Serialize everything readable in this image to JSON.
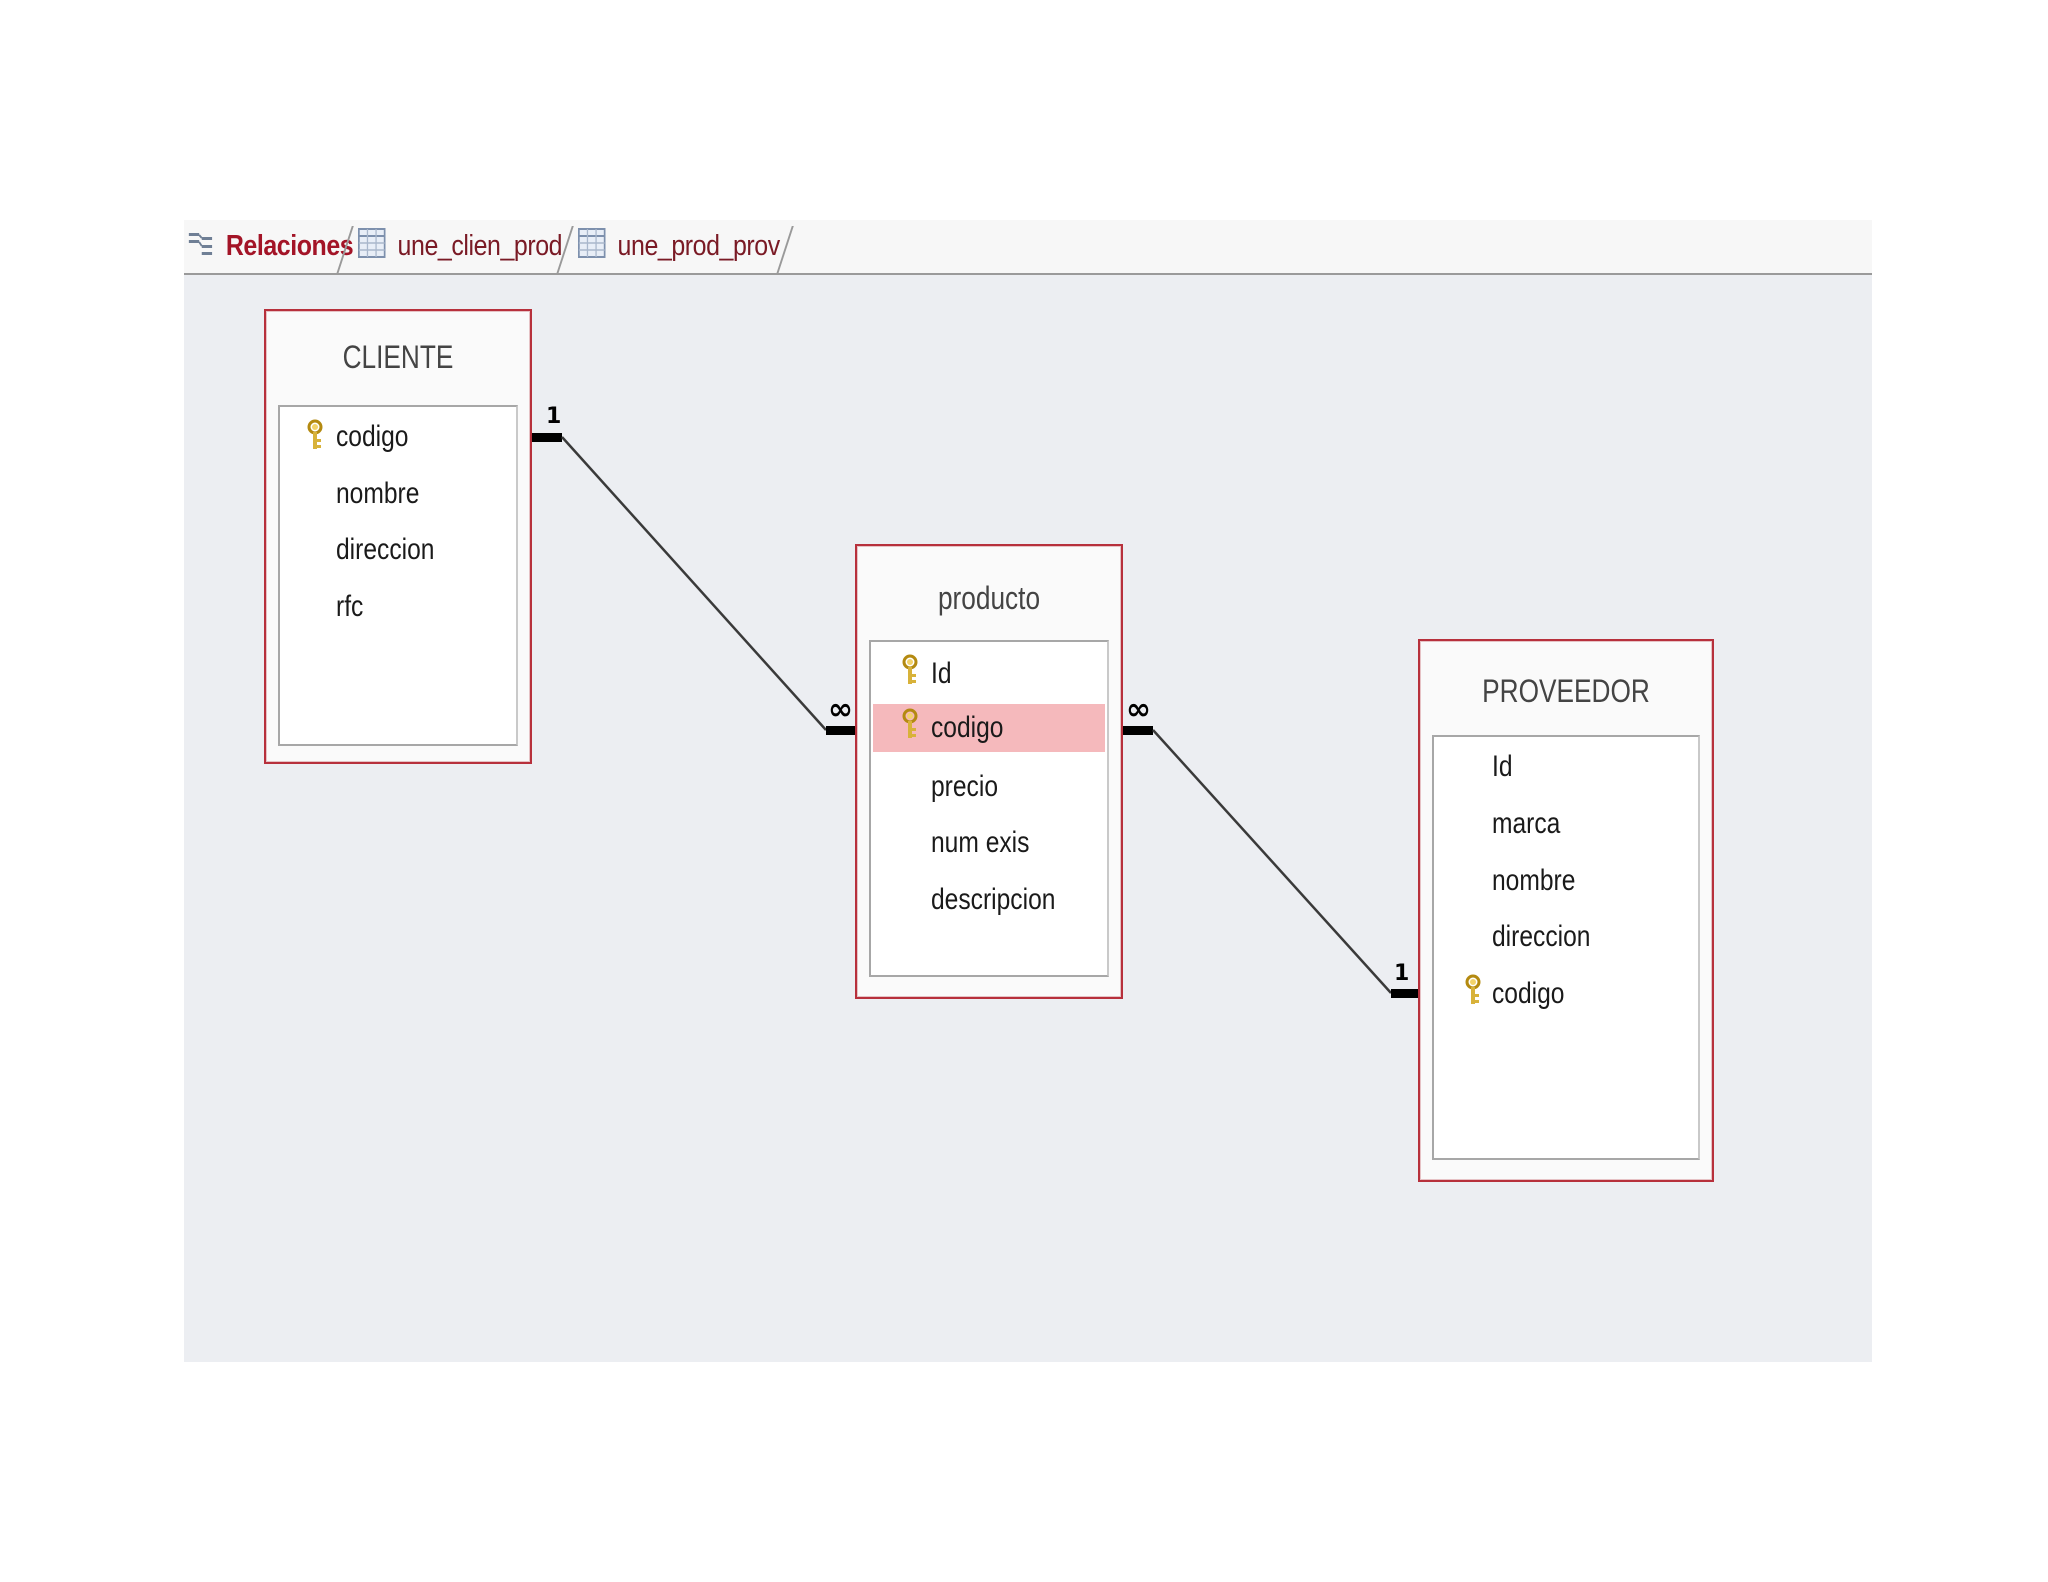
{
  "tabs": [
    {
      "label": "Relaciones",
      "icon": "relationships-icon",
      "active": true
    },
    {
      "label": "une_clien_prod",
      "icon": "table-icon",
      "active": false
    },
    {
      "label": "une_prod_prov",
      "icon": "table-icon",
      "active": false
    }
  ],
  "tables": {
    "cliente": {
      "title": "CLIENTE",
      "fields": [
        {
          "name": "codigo",
          "key": true
        },
        {
          "name": "nombre",
          "key": false
        },
        {
          "name": "direccion",
          "key": false
        },
        {
          "name": "rfc",
          "key": false
        }
      ]
    },
    "producto": {
      "title": "producto",
      "fields": [
        {
          "name": "Id",
          "key": true
        },
        {
          "name": "codigo",
          "key": true,
          "selected": true
        },
        {
          "name": "precio",
          "key": false
        },
        {
          "name": "num exis",
          "key": false
        },
        {
          "name": "descripcion",
          "key": false
        }
      ]
    },
    "proveedor": {
      "title": "PROVEEDOR",
      "fields": [
        {
          "name": "Id",
          "key": false
        },
        {
          "name": "marca",
          "key": false
        },
        {
          "name": "nombre",
          "key": false
        },
        {
          "name": "direccion",
          "key": false
        },
        {
          "name": "codigo",
          "key": true
        }
      ]
    }
  },
  "relationships": [
    {
      "from": "CLIENTE.codigo",
      "to": "producto.codigo",
      "from_card": "1",
      "to_card": "∞"
    },
    {
      "from": "producto.codigo",
      "to": "PROVEEDOR.codigo",
      "from_card": "∞",
      "to_card": "1"
    }
  ],
  "colors": {
    "accent": "#a31427",
    "table_border": "#b7303c",
    "selected_row": "#f5b9bc",
    "canvas": "#eceef2",
    "key_icon": "#d8b23a"
  }
}
